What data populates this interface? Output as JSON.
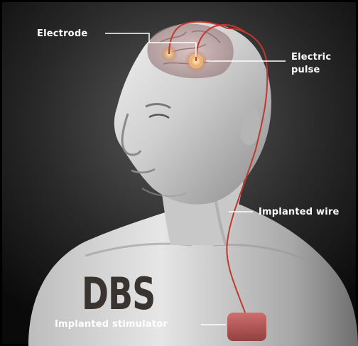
{
  "labels": {
    "electrode": "Electrode",
    "electric_pulse": "Electric pulse",
    "implanted_wire": "Implanted wire",
    "implanted_stimulator": "Implanted stimulator"
  },
  "title": "DBS",
  "colors": {
    "background": "#000000",
    "skin": "#d9d9d9",
    "wire": "#c0392b",
    "leader_lines": "#ffffff",
    "title_text": "#3a3430",
    "stimulator": "#b23a3a"
  }
}
